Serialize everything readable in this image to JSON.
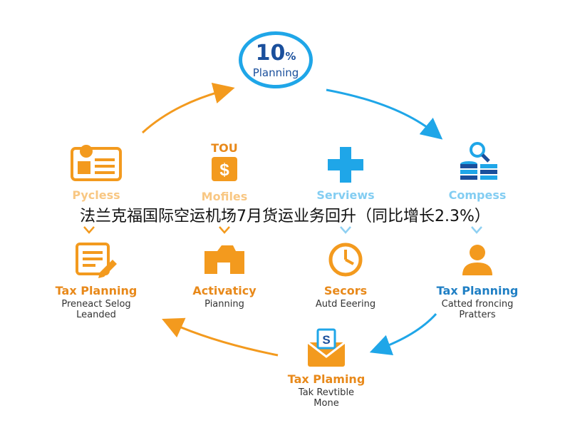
{
  "headline": "法兰克福国际空运机场7月货运业务回升（同比增长2.3%）",
  "center": {
    "percent": "10",
    "percent_sign": "%",
    "word": "Planning"
  },
  "top_row": [
    {
      "label": "Pycless",
      "icon": "invoice-icon"
    },
    {
      "label": "Mofiles",
      "icon": "dollar-tag-icon",
      "tag": "TOU"
    },
    {
      "label": "Serviews",
      "icon": "plus-icon"
    },
    {
      "label": "Compess",
      "icon": "coin-stack-search-icon"
    }
  ],
  "middle_row": [
    {
      "title": "Tax Planning",
      "sub1": "Preneact Selog",
      "sub2": "Leanded",
      "icon": "document-pen-icon"
    },
    {
      "title": "Activaticy",
      "sub1": "Pianning",
      "sub2": "",
      "icon": "folder-icon"
    },
    {
      "title": "Secors",
      "sub1": "Autd Eeering",
      "sub2": "",
      "icon": "clock-icon"
    },
    {
      "title": "Tax Planning",
      "sub1": "Catted froncing",
      "sub2": "Pratters",
      "icon": "person-icon"
    }
  ],
  "bottom": {
    "title": "Tax Plaming",
    "sub1": "Tak Revtible",
    "sub2": "Mone",
    "icon": "envelope-dollar-icon"
  },
  "colors": {
    "orange": "#f39a1e",
    "orange_text": "#e8891a",
    "blue": "#1fa6e8",
    "blue_text": "#1f7fc4",
    "navy": "#1a4f9c"
  }
}
